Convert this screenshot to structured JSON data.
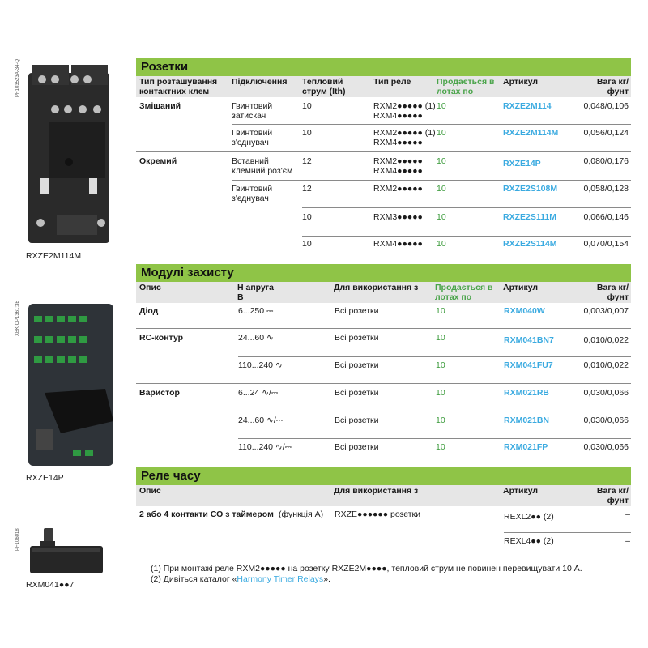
{
  "images": {
    "img1": {
      "caption": "RXZE2M114M",
      "vertical_id": "PF103523A-34-Q"
    },
    "img2": {
      "caption": "RXZE14P",
      "vertical_id": "XBK CP1361:3B"
    },
    "img3": {
      "caption": "RXM041●●7",
      "vertical_id": "PF106018"
    }
  },
  "colors": {
    "band": "#8fc447",
    "header_bg": "#e6e6e6",
    "link": "#3aaae0",
    "green_text": "#3a9a3a"
  },
  "sockets": {
    "title": "Розетки",
    "headers": {
      "type": "Тип розташування контактних клем",
      "connection": "Підключення",
      "current": "Тепловий струм (Ith)",
      "relay": "Тип реле",
      "lots": "Продається в лотах по",
      "article": "Артикул",
      "weight": "Вага кг/фунт"
    },
    "rows": [
      {
        "type": "Змішаний",
        "conn1": "Гвинтовий",
        "conn2": "затискач",
        "current": "10",
        "relay1": "RXM2●●●●● (1)",
        "relay2": "RXM4●●●●●",
        "lots": "10",
        "article": "RXZE2M114",
        "weight": "0,048/0,106"
      },
      {
        "type": "",
        "conn1": "Гвинтовий",
        "conn2": "з'єднувач",
        "current": "10",
        "relay1": "RXM2●●●●● (1)",
        "relay2": "RXM4●●●●●",
        "lots": "10",
        "article": "RXZE2M114M",
        "weight": "0,056/0,124"
      },
      {
        "type": "Окремий",
        "conn1": "Вставний",
        "conn2": "клемний роз'єм",
        "current": "12",
        "relay1": "RXM2●●●●●",
        "relay2": "RXM4●●●●●",
        "lots": "10",
        "article": "RXZE14P",
        "weight": "0,080/0,176"
      },
      {
        "type": "",
        "conn1": "Гвинтовий",
        "conn2": "з'єднувач",
        "current": "12",
        "relay1": "RXM2●●●●●",
        "relay2": "",
        "lots": "10",
        "article": "RXZE2S108M",
        "weight": "0,058/0,128"
      },
      {
        "type": "",
        "conn1": "",
        "conn2": "",
        "current": "10",
        "relay1": "RXM3●●●●●",
        "relay2": "",
        "lots": "10",
        "article": "RXZE2S111M",
        "weight": "0,066/0,146"
      },
      {
        "type": "",
        "conn1": "",
        "conn2": "",
        "current": "10",
        "relay1": "RXM4●●●●●",
        "relay2": "",
        "lots": "10",
        "article": "RXZE2S114M",
        "weight": "0,070/0,154"
      }
    ]
  },
  "protection": {
    "title": "Модулі захисту",
    "headers": {
      "desc": "Опис",
      "voltage1": "Н апруга",
      "voltage2": "В",
      "use": "Для використання з",
      "lots": "Продається в лотах по",
      "article": "Артикул",
      "weight": "Вага кг/фунт"
    },
    "rows": [
      {
        "desc": "Діод",
        "voltage": "6...250 ⎓",
        "use": "Всі розетки",
        "lots": "10",
        "article": "RXM040W",
        "weight": "0,003/0,007"
      },
      {
        "desc": "RC-контур",
        "voltage": "24...60 ∿",
        "use": "Всі розетки",
        "lots": "10",
        "article": "RXM041BN7",
        "weight": "0,010/0,022"
      },
      {
        "desc": "",
        "voltage": "110...240 ∿",
        "use": "Всі розетки",
        "lots": "10",
        "article": "RXM041FU7",
        "weight": "0,010/0,022"
      },
      {
        "desc": "Варистор",
        "voltage": "6...24 ∿/⎓",
        "use": "Всі розетки",
        "lots": "10",
        "article": "RXM021RB",
        "weight": "0,030/0,066"
      },
      {
        "desc": "",
        "voltage": "24...60 ∿/⎓",
        "use": "Всі розетки",
        "lots": "10",
        "article": "RXM021BN",
        "weight": "0,030/0,066"
      },
      {
        "desc": "",
        "voltage": "110...240 ∿/⎓",
        "use": "Всі розетки",
        "lots": "10",
        "article": "RXM021FP",
        "weight": "0,030/0,066"
      }
    ]
  },
  "timer": {
    "title": "Реле часу",
    "headers": {
      "desc": "Опис",
      "use": "Для використання з",
      "article": "Артикул",
      "weight": "Вага кг/фунт"
    },
    "rows": [
      {
        "desc": "2 або 4 контакти СО з таймером",
        "desc_suffix": "(функція A)",
        "use": "RXZE●●●●●● розетки",
        "article": "REXL2●● (2)",
        "weight": "–"
      },
      {
        "desc": "",
        "desc_suffix": "",
        "use": "",
        "article": "REXL4●● (2)",
        "weight": "–"
      }
    ]
  },
  "footnotes": {
    "note1": "(1) При монтажі реле RXM2●●●●● на розетку RXZE2M●●●●, тепловий струм не повинен перевищувати 10 А.",
    "note2_prefix": "(2) Дивіться каталог «",
    "note2_link": "Harmony Timer Relays",
    "note2_suffix": "»."
  }
}
